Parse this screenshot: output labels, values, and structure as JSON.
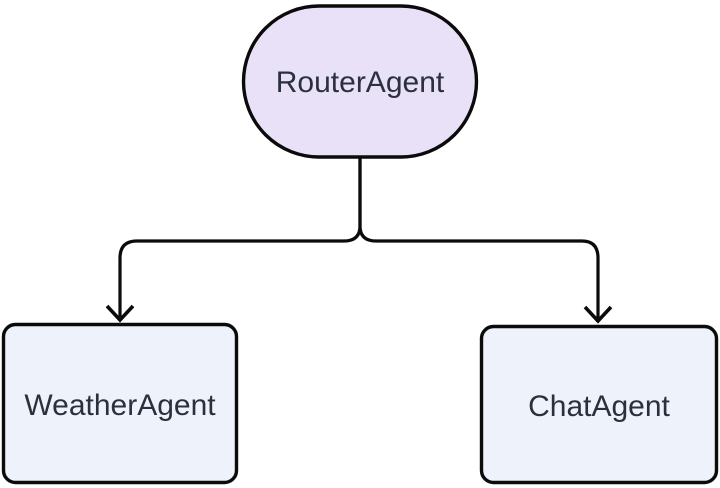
{
  "diagram": {
    "type": "flowchart",
    "direction": "top-down",
    "background_color": "#ffffff",
    "edge_color": "#0b0b0b",
    "text_color": "#2b303c",
    "nodes": [
      {
        "id": "router",
        "label": "RouterAgent",
        "shape": "stadium",
        "fill": "#e8e1f8",
        "stroke": "#0b0b0b"
      },
      {
        "id": "weather",
        "label": "WeatherAgent",
        "shape": "rounded-rectangle",
        "fill": "#edf2fb",
        "stroke": "#0b0b0b"
      },
      {
        "id": "chat",
        "label": "ChatAgent",
        "shape": "rounded-rectangle",
        "fill": "#edf2fb",
        "stroke": "#0b0b0b"
      }
    ],
    "edges": [
      {
        "from": "RouterAgent",
        "to": "WeatherAgent",
        "style": "solid",
        "arrowhead": "open-v"
      },
      {
        "from": "RouterAgent",
        "to": "ChatAgent",
        "style": "solid",
        "arrowhead": "open-v"
      }
    ]
  }
}
